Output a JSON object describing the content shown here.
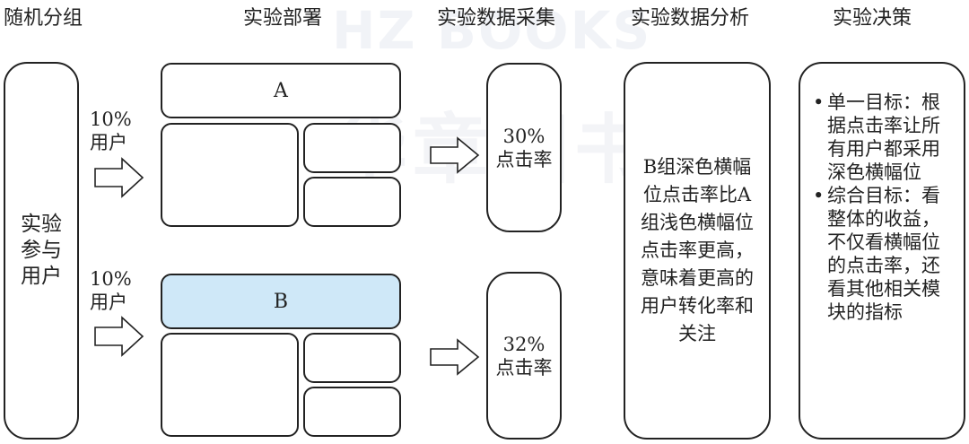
{
  "watermark": {
    "line1": "HZ BOOKS",
    "line2": "华章图书"
  },
  "headers": {
    "random_group": "随机分组",
    "deploy": "实验部署",
    "collect": "实验数据采集",
    "analyze": "实验数据分析",
    "decide": "实验决策"
  },
  "participants": {
    "text": "实验参与用户"
  },
  "group_a": {
    "share": "10%",
    "share_unit": "用户",
    "label": "A",
    "rate": "30%",
    "rate_unit": "点击率"
  },
  "group_b": {
    "share": "10%",
    "share_unit": "用户",
    "label": "B",
    "rate": "32%",
    "rate_unit": "点击率",
    "highlight_color": "#cfe8f8"
  },
  "analysis": {
    "text": "B组深色横幅位点击率比A组浅色横幅位点击率更高，意味着更高的用户转化率和关注"
  },
  "decision": {
    "items": [
      {
        "title": "单一目标：",
        "body": "根据点击率让所有用户都采用深色横幅位"
      },
      {
        "title": "综合目标：",
        "body": "看整体的收益，不仅看横幅位的点击率，还看其他相关模块的指标"
      }
    ]
  }
}
